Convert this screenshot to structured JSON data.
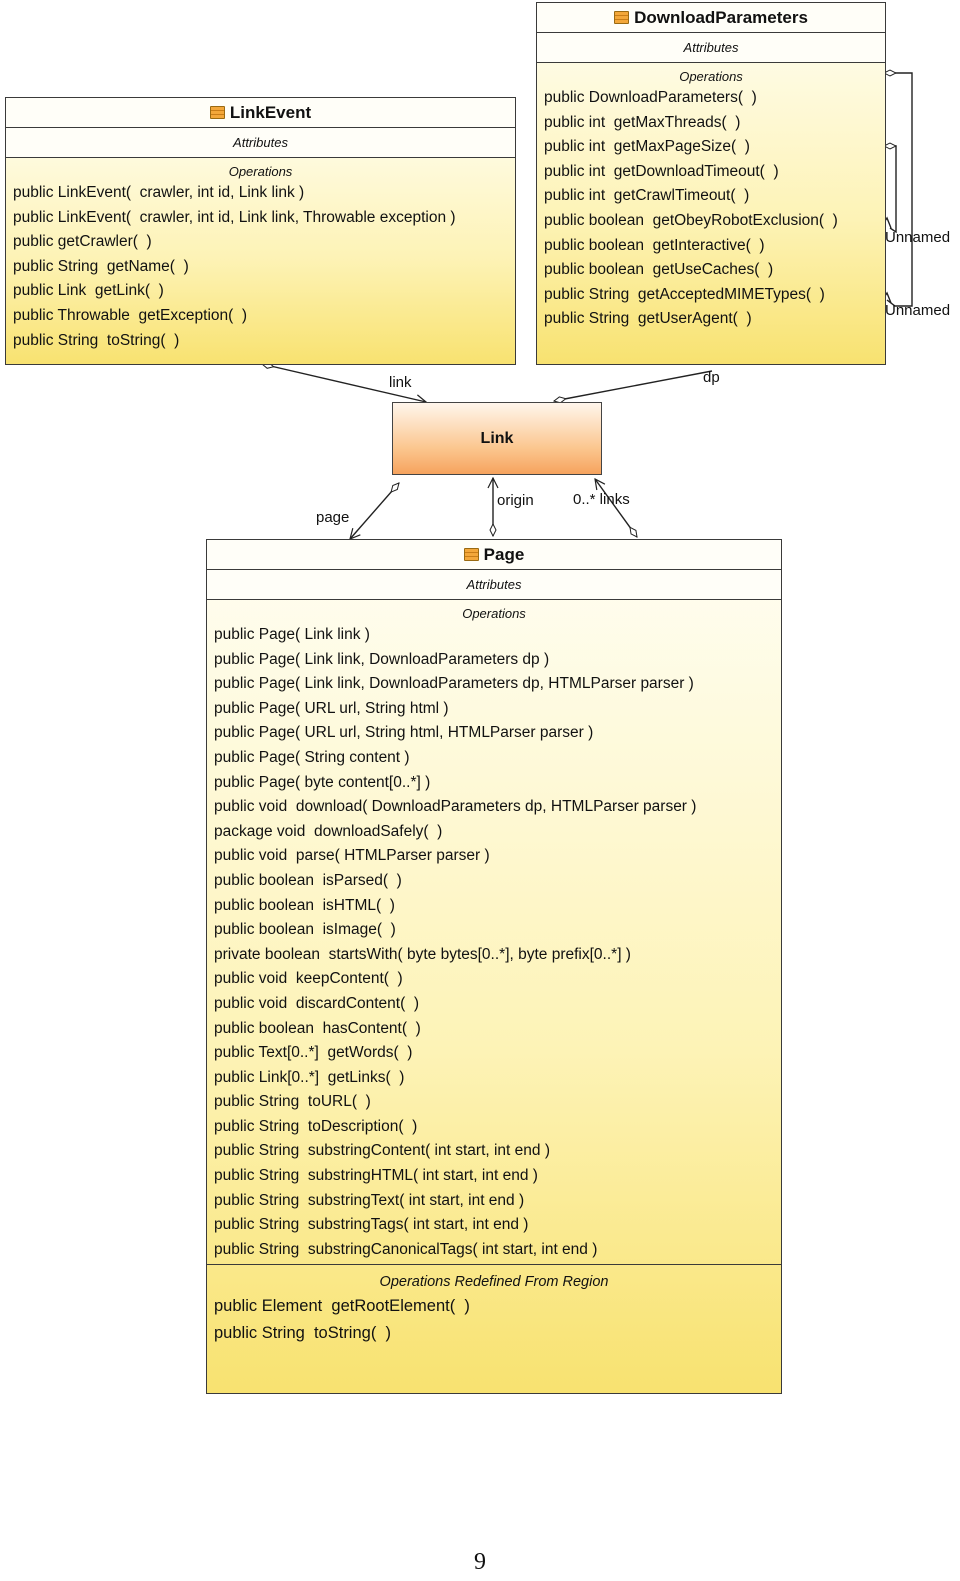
{
  "classes": {
    "linkevent": {
      "name": "LinkEvent",
      "attributes_header": "Attributes",
      "operations_header": "Operations",
      "operations": [
        "public LinkEvent(  crawler, int id, Link link )",
        "public LinkEvent(  crawler, int id, Link link, Throwable exception )",
        "public getCrawler(  )",
        "public String  getName(  )",
        "public Link  getLink(  )",
        "public Throwable  getException(  )",
        "public String  toString(  )"
      ]
    },
    "downloadparameters": {
      "name": "DownloadParameters",
      "attributes_header": "Attributes",
      "operations_header": "Operations",
      "operations": [
        "public DownloadParameters(  )",
        "public int  getMaxThreads(  )",
        "public int  getMaxPageSize(  )",
        "public int  getDownloadTimeout(  )",
        "public int  getCrawlTimeout(  )",
        "public boolean  getObeyRobotExclusion(  )",
        "public boolean  getInteractive(  )",
        "public boolean  getUseCaches(  )",
        "public String  getAcceptedMIMETypes(  )",
        "public String  getUserAgent(  )"
      ]
    },
    "link": {
      "name": "Link"
    },
    "page": {
      "name": "Page",
      "attributes_header": "Attributes",
      "operations_header": "Operations",
      "operations": [
        "public Page( Link link )",
        "public Page( Link link, DownloadParameters dp )",
        "public Page( Link link, DownloadParameters dp, HTMLParser parser )",
        "public Page( URL url, String html )",
        "public Page( URL url, String html, HTMLParser parser )",
        "public Page( String content )",
        "public Page( byte content[0..*] )",
        "public void  download( DownloadParameters dp, HTMLParser parser )",
        "package void  downloadSafely(  )",
        "public void  parse( HTMLParser parser )",
        "public boolean  isParsed(  )",
        "public boolean  isHTML(  )",
        "public boolean  isImage(  )",
        "private boolean  startsWith( byte bytes[0..*], byte prefix[0..*] )",
        "public void  keepContent(  )",
        "public void  discardContent(  )",
        "public boolean  hasContent(  )",
        "public Text[0..*]  getWords(  )",
        "public Link[0..*]  getLinks(  )",
        "public String  toURL(  )",
        "public String  toDescription(  )",
        "public String  substringContent( int start, int end )",
        "public String  substringHTML( int start, int end )",
        "public String  substringText( int start, int end )",
        "public String  substringTags( int start, int end )",
        "public String  substringCanonicalTags( int start, int end )"
      ],
      "redefined_header": "Operations Redefined From Region",
      "redefined_operations": [
        "public Element  getRootElement(  )",
        "public String  toString(  )"
      ]
    }
  },
  "associations": {
    "link_label": "link",
    "dp_label": "dp",
    "page_label": "page",
    "origin_label": "origin",
    "links_label": "0..* links",
    "unnamed_1": "Unnamed",
    "unnamed_2": "Unnamed"
  },
  "page_number": "9",
  "colors": {
    "class_fill_top": "#fffef4",
    "class_fill_bottom": "#f8e270",
    "link_fill_top": "#fff6ec",
    "link_fill_bottom": "#f6a35e",
    "border": "#3a3a3a"
  },
  "icons": {
    "class_icon": "class-icon"
  }
}
